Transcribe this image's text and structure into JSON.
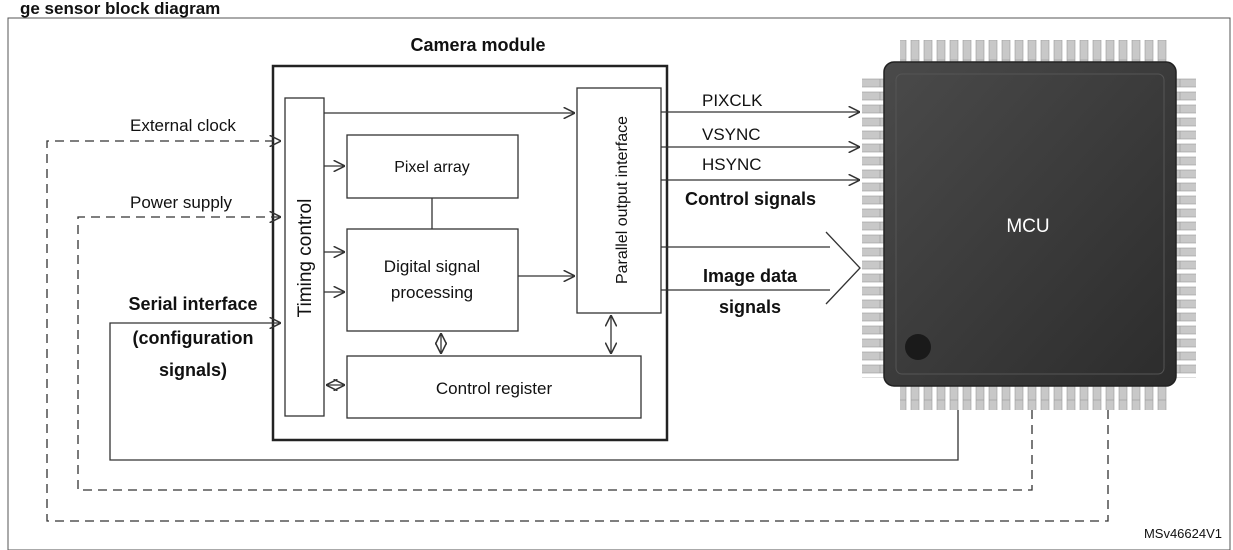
{
  "header_partial": "ge sensor block diagram",
  "camera_module": {
    "title": "Camera module",
    "timing_control": "Timing control",
    "pixel_array": "Pixel array",
    "dsp_line1": "Digital signal",
    "dsp_line2": "processing",
    "parallel_output": "Parallel output interface",
    "control_register": "Control register"
  },
  "inputs": {
    "external_clock": "External clock",
    "power_supply": "Power supply",
    "serial_line1": "Serial interface",
    "serial_line2": "(configuration",
    "serial_line3": "signals)"
  },
  "outputs": {
    "pixclk": "PIXCLK",
    "vsync": "VSYNC",
    "hsync": "HSYNC",
    "control_signals": "Control signals",
    "image_line1": "Image data",
    "image_line2": "signals"
  },
  "mcu": {
    "label": "MCU"
  },
  "reference": "MSv46624V1",
  "colors": {
    "chip_body": "#3a3a3a",
    "chip_pin": "#c8c8c8",
    "line": "#333333"
  }
}
